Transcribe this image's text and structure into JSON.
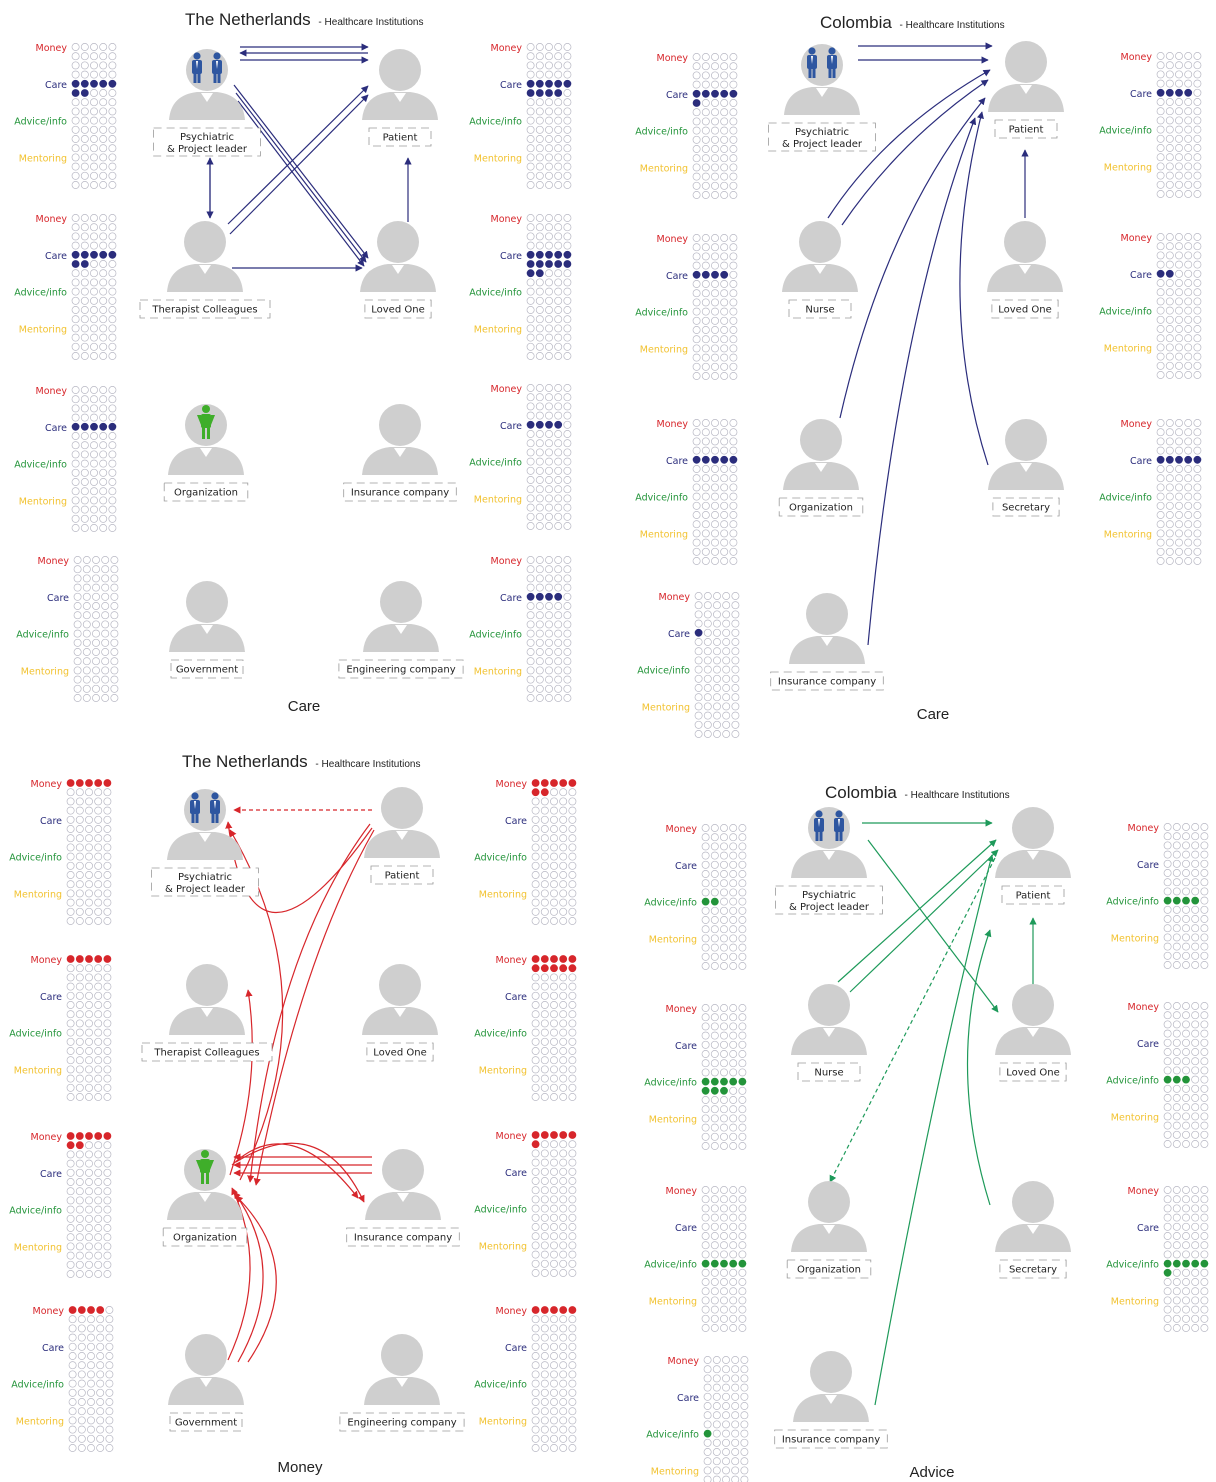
{
  "palette": {
    "money": "#d7262b",
    "care": "#2b2d7c",
    "advice": "#23943a",
    "mentoring": "#f2c230",
    "empty_dot": "#b8b8c4",
    "avatar": "#cfcfcf",
    "care_arrow": "#2b2d7c",
    "money_arrow": "#d7262b",
    "advice_arrow": "#1e9a5a"
  },
  "category_labels": [
    "Money",
    "Care",
    "Advice/info",
    "Mentoring"
  ],
  "panels": [
    {
      "id": "nl-care",
      "country": "The Netherlands",
      "subtitle": "- Healthcare Institutions",
      "footer": "Care",
      "color": "care",
      "nodes": [
        {
          "id": "psy",
          "label1": "Psychiatric",
          "label2": "& Project leader",
          "icon": "two-people-icon",
          "fills": [
            0,
            7,
            0,
            0
          ]
        },
        {
          "id": "pat",
          "label1": "Patient",
          "icon": "person-icon",
          "fills": [
            0,
            9,
            0,
            0
          ]
        },
        {
          "id": "ther",
          "label1": "Therapist Colleagues",
          "icon": "person-icon",
          "fills": [
            0,
            7,
            0,
            0
          ]
        },
        {
          "id": "lov",
          "label1": "Loved One",
          "icon": "person-icon",
          "fills": [
            0,
            12,
            0,
            0
          ]
        },
        {
          "id": "org",
          "label1": "Organization",
          "icon": "green-person-icon",
          "fills": [
            0,
            5,
            0,
            0
          ]
        },
        {
          "id": "ins",
          "label1": "Insurance company",
          "icon": "person-icon",
          "fills": [
            0,
            4,
            0,
            0
          ]
        },
        {
          "id": "gov",
          "label1": "Government",
          "icon": "person-icon",
          "fills": [
            0,
            0,
            0,
            0
          ]
        },
        {
          "id": "eng",
          "label1": "Engineering company",
          "icon": "person-icon",
          "fills": [
            0,
            4,
            0,
            0
          ]
        }
      ],
      "edges": [
        [
          "psy",
          "pat"
        ],
        [
          "pat",
          "psy"
        ],
        [
          "psy",
          "pat"
        ],
        [
          "psy",
          "ther"
        ],
        [
          "ther",
          "psy"
        ],
        [
          "psy",
          "lov"
        ],
        [
          "psy",
          "lov"
        ],
        [
          "psy",
          "lov"
        ],
        [
          "ther",
          "pat"
        ],
        [
          "ther",
          "pat"
        ],
        [
          "ther",
          "lov"
        ],
        [
          "lov",
          "pat"
        ]
      ]
    },
    {
      "id": "co-care",
      "country": "Colombia",
      "subtitle": "- Healthcare Institutions",
      "footer": "Care",
      "color": "care",
      "nodes": [
        {
          "id": "psy",
          "label1": "Psychiatric",
          "label2": "& Project leader",
          "icon": "two-people-icon",
          "fills": [
            0,
            6,
            0,
            0
          ]
        },
        {
          "id": "pat",
          "label1": "Patient",
          "icon": "person-icon",
          "fills": [
            0,
            4,
            0,
            0
          ]
        },
        {
          "id": "nur",
          "label1": "Nurse",
          "icon": "person-icon",
          "fills": [
            0,
            4,
            0,
            0
          ]
        },
        {
          "id": "lov",
          "label1": "Loved One",
          "icon": "person-icon",
          "fills": [
            0,
            2,
            0,
            0
          ]
        },
        {
          "id": "org",
          "label1": "Organization",
          "icon": "person-icon",
          "fills": [
            0,
            5,
            0,
            0
          ]
        },
        {
          "id": "sec",
          "label1": "Secretary",
          "icon": "person-icon",
          "fills": [
            0,
            5,
            0,
            0
          ]
        },
        {
          "id": "ins",
          "label1": "Insurance company",
          "icon": "person-icon",
          "fills": [
            0,
            1,
            0,
            0
          ]
        }
      ],
      "edges": [
        [
          "psy",
          "pat"
        ],
        [
          "psy",
          "pat"
        ],
        [
          "nur",
          "pat"
        ],
        [
          "nur",
          "pat"
        ],
        [
          "lov",
          "pat"
        ],
        [
          "org",
          "pat"
        ],
        [
          "sec",
          "pat"
        ],
        [
          "ins",
          "pat"
        ]
      ]
    },
    {
      "id": "nl-money",
      "country": "The Netherlands",
      "subtitle": "- Healthcare Institutions",
      "footer": "Money",
      "color": "money",
      "nodes": [
        {
          "id": "psy",
          "label1": "Psychiatric",
          "label2": "& Project leader",
          "icon": "two-people-icon",
          "fills": [
            5,
            0,
            0,
            0
          ]
        },
        {
          "id": "pat",
          "label1": "Patient",
          "icon": "person-icon",
          "fills": [
            7,
            0,
            0,
            0
          ]
        },
        {
          "id": "ther",
          "label1": "Therapist Colleagues",
          "icon": "person-icon",
          "fills": [
            5,
            0,
            0,
            0
          ]
        },
        {
          "id": "lov",
          "label1": "Loved One",
          "icon": "person-icon",
          "fills": [
            10,
            0,
            0,
            0
          ]
        },
        {
          "id": "org",
          "label1": "Organization",
          "icon": "green-person-icon",
          "fills": [
            7,
            0,
            0,
            0
          ]
        },
        {
          "id": "ins",
          "label1": "Insurance company",
          "icon": "person-icon",
          "fills": [
            6,
            0,
            0,
            0
          ]
        },
        {
          "id": "gov",
          "label1": "Government",
          "icon": "person-icon",
          "fills": [
            4,
            0,
            0,
            0
          ]
        },
        {
          "id": "eng",
          "label1": "Engineering company",
          "icon": "person-icon",
          "fills": [
            5,
            0,
            0,
            0
          ]
        }
      ],
      "edges": [
        [
          "pat",
          "psy"
        ],
        [
          "pat",
          "org"
        ],
        [
          "pat",
          "org"
        ],
        [
          "org",
          "ther"
        ],
        [
          "org",
          "psy"
        ],
        [
          "org",
          "ins"
        ],
        [
          "org",
          "ins"
        ],
        [
          "ins",
          "org"
        ],
        [
          "ins",
          "org"
        ],
        [
          "ins",
          "org"
        ],
        [
          "gov",
          "org"
        ],
        [
          "gov",
          "org"
        ],
        [
          "gov",
          "org"
        ],
        [
          "org",
          "eng"
        ]
      ]
    },
    {
      "id": "co-advice",
      "country": "Colombia",
      "subtitle": "- Healthcare Institutions",
      "footer": "Advice",
      "color": "advice",
      "nodes": [
        {
          "id": "psy",
          "label1": "Psychiatric",
          "label2": "& Project leader",
          "icon": "two-people-icon",
          "fills": [
            0,
            0,
            2,
            0
          ]
        },
        {
          "id": "pat",
          "label1": "Patient",
          "icon": "person-icon",
          "fills": [
            0,
            0,
            4,
            0
          ]
        },
        {
          "id": "nur",
          "label1": "Nurse",
          "icon": "person-icon",
          "fills": [
            0,
            0,
            8,
            0
          ]
        },
        {
          "id": "lov",
          "label1": "Loved One",
          "icon": "person-icon",
          "fills": [
            0,
            0,
            3,
            0
          ]
        },
        {
          "id": "org",
          "label1": "Organization",
          "icon": "person-icon",
          "fills": [
            0,
            0,
            5,
            0
          ]
        },
        {
          "id": "sec",
          "label1": "Secretary",
          "icon": "person-icon",
          "fills": [
            0,
            0,
            6,
            0
          ]
        },
        {
          "id": "ins",
          "label1": "Insurance company",
          "icon": "person-icon",
          "fills": [
            0,
            0,
            1,
            0
          ]
        }
      ],
      "edges": [
        [
          "psy",
          "pat"
        ],
        [
          "psy",
          "lov"
        ],
        [
          "nur",
          "pat"
        ],
        [
          "nur",
          "pat"
        ],
        [
          "lov",
          "pat"
        ],
        [
          "pat",
          "org"
        ],
        [
          "sec",
          "pat"
        ],
        [
          "ins",
          "pat"
        ]
      ]
    }
  ]
}
